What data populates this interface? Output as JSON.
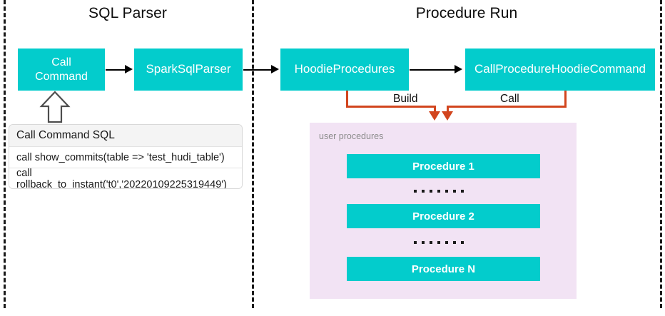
{
  "diagram": {
    "sections": [
      {
        "title": "SQL Parser"
      },
      {
        "title": "Procedure Run"
      }
    ],
    "nodes": {
      "call_command": "Call\nCommand",
      "call_command_line1": "Call",
      "call_command_line2": "Command",
      "spark_sql_parser": "SparkSqlParser",
      "hoodie_procedures": "HoodieProcedures",
      "call_procedure_hoodie_command": "CallProcedureHoodieCommand"
    },
    "edges": {
      "build_label": "Build",
      "call_label": "Call"
    },
    "sql_table": {
      "header": "Call Command SQL",
      "rows": [
        "call show_commits(table => 'test_hudi_table')",
        "call rollback_to_instant('t0','20220109225319449')"
      ]
    },
    "procedures_panel": {
      "label": "user procedures",
      "items": [
        "Procedure 1",
        "Procedure 2",
        "Procedure N"
      ]
    },
    "colors": {
      "node_fill": "#03CCCC",
      "node_text": "#FFFFFF",
      "panel_fill": "#F2E3F4",
      "panel_label": "#8C8C8C",
      "edge_arrow": "#000000",
      "orange_edge": "#D2451E",
      "divider": "#1A1A1A",
      "background": "#FFFFFF"
    }
  }
}
